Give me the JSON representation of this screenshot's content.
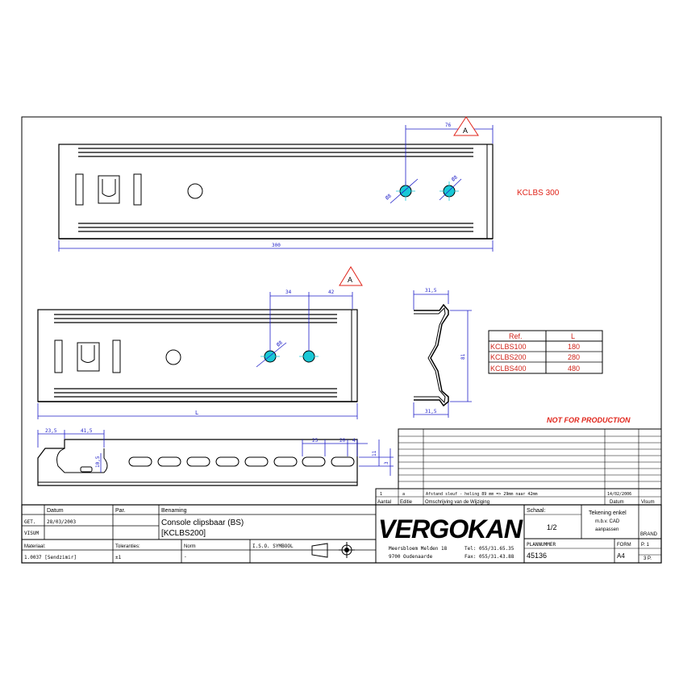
{
  "colors": {
    "line": "#000000",
    "dimension": "#1e1ec8",
    "hole_fill": "#19c8d6",
    "hole_cross": "#19c8d6",
    "red": "#e0241a",
    "table_red": "#d0241a"
  },
  "views": {
    "top": {
      "label": "KCLBS 300",
      "dim_length": "300",
      "dim_hole_offset": "76",
      "dim_hole1": "Ø8",
      "dim_hole2": "Ø8",
      "section_marker": "A"
    },
    "middle": {
      "dim_length": "L",
      "dim_spacing1": "34",
      "dim_spacing2": "42",
      "dim_hole": "Ø8",
      "section_marker": "A"
    },
    "profile": {
      "dim_top": "31,5",
      "dim_bottom": "31,5",
      "dim_height": "81"
    },
    "bottom": {
      "dim_a": "23,5",
      "dim_b": "41,5",
      "dim_c": "25",
      "dim_d": "20",
      "dim_e": "4",
      "dim_slot": "10,5",
      "dim_right1": "11",
      "dim_right2": "3"
    }
  },
  "ref_table": {
    "headers": [
      "Ref.",
      "L"
    ],
    "rows": [
      [
        "KCLBS100",
        "180"
      ],
      [
        "KCLBS200",
        "280"
      ],
      [
        "KCLBS400",
        "480"
      ]
    ]
  },
  "warning": "NOT FOR PRODUCTION",
  "revision": {
    "row_index": "1",
    "row_letter": "a",
    "row_text": "Afstand sleuf - heling 89 mm => 29mm naar 42mm",
    "row_date": "14/02/2006",
    "headers": [
      "Aantal",
      "Editie",
      "Omschrijving van de Wijziging",
      "Datum",
      "Visum"
    ]
  },
  "title_block": {
    "datum_header": "Datum",
    "par_header": "Par.",
    "benaming_header": "Benaming",
    "get_label": "GET.",
    "get_date": "28/03/2003",
    "visum_label": "VISUM",
    "title_line1": "Console clipsbaar (BS)",
    "title_line2": "[KCLBS200]",
    "materiaal_label": "Materiaal:",
    "materiaal_value": "1.0037 [Sendzimir]",
    "toleranties_label": "Toleranties:",
    "toleranties_value": "±1",
    "norm_label": "Norm",
    "norm_value": "-",
    "iso_label": "I.S.O. SYMBOOL",
    "company": "VERGOKAN",
    "address1": "Meersbloem Melden 18",
    "address2": "9700 Oudenaarde",
    "tel": "Tel: 055/31.65.35",
    "fax": "Fax: 055/31.43.88",
    "schaal_label": "Schaal:",
    "schaal_value": "1/2",
    "note_line1": "Tekening enkel",
    "note_line2": "m.b.v. CAD",
    "note_line3": "aanpassen",
    "brand_label": "BRAND",
    "plan_label": "PLANNUMMER",
    "plan_value": "45136",
    "form_label": "FORM",
    "form_value": "A4",
    "page_label": "P. 1",
    "pages_label": "3 P."
  }
}
